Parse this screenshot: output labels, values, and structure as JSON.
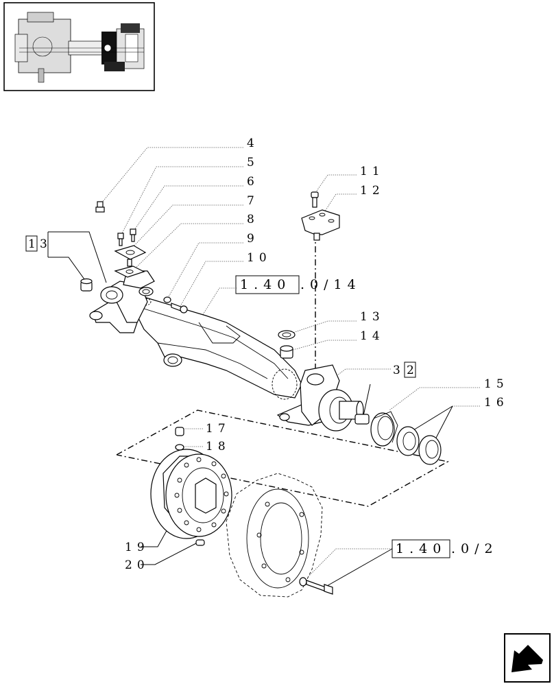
{
  "callouts": {
    "c4": "4",
    "c5": "5",
    "c6": "6",
    "c7": "7",
    "c8": "8",
    "c9": "9",
    "c10": "10",
    "c11": "11",
    "c12": "12",
    "c13": "13",
    "c14": "14",
    "c15": "15",
    "c16": "16",
    "c17": "17",
    "c18": "18",
    "c19": "19",
    "c20": "20",
    "c1": "1",
    "c3a": "3",
    "c3b": "3",
    "c2": "2"
  },
  "references": {
    "ref_top_boxed": "1.40",
    "ref_top_rest": ".0/14",
    "ref_bottom_boxed": "1.40",
    "ref_bottom_rest": ".0/2"
  },
  "icons": {
    "thumbnail": "axle-overview-thumbnail",
    "nav": "arrow-down-left-icon"
  }
}
